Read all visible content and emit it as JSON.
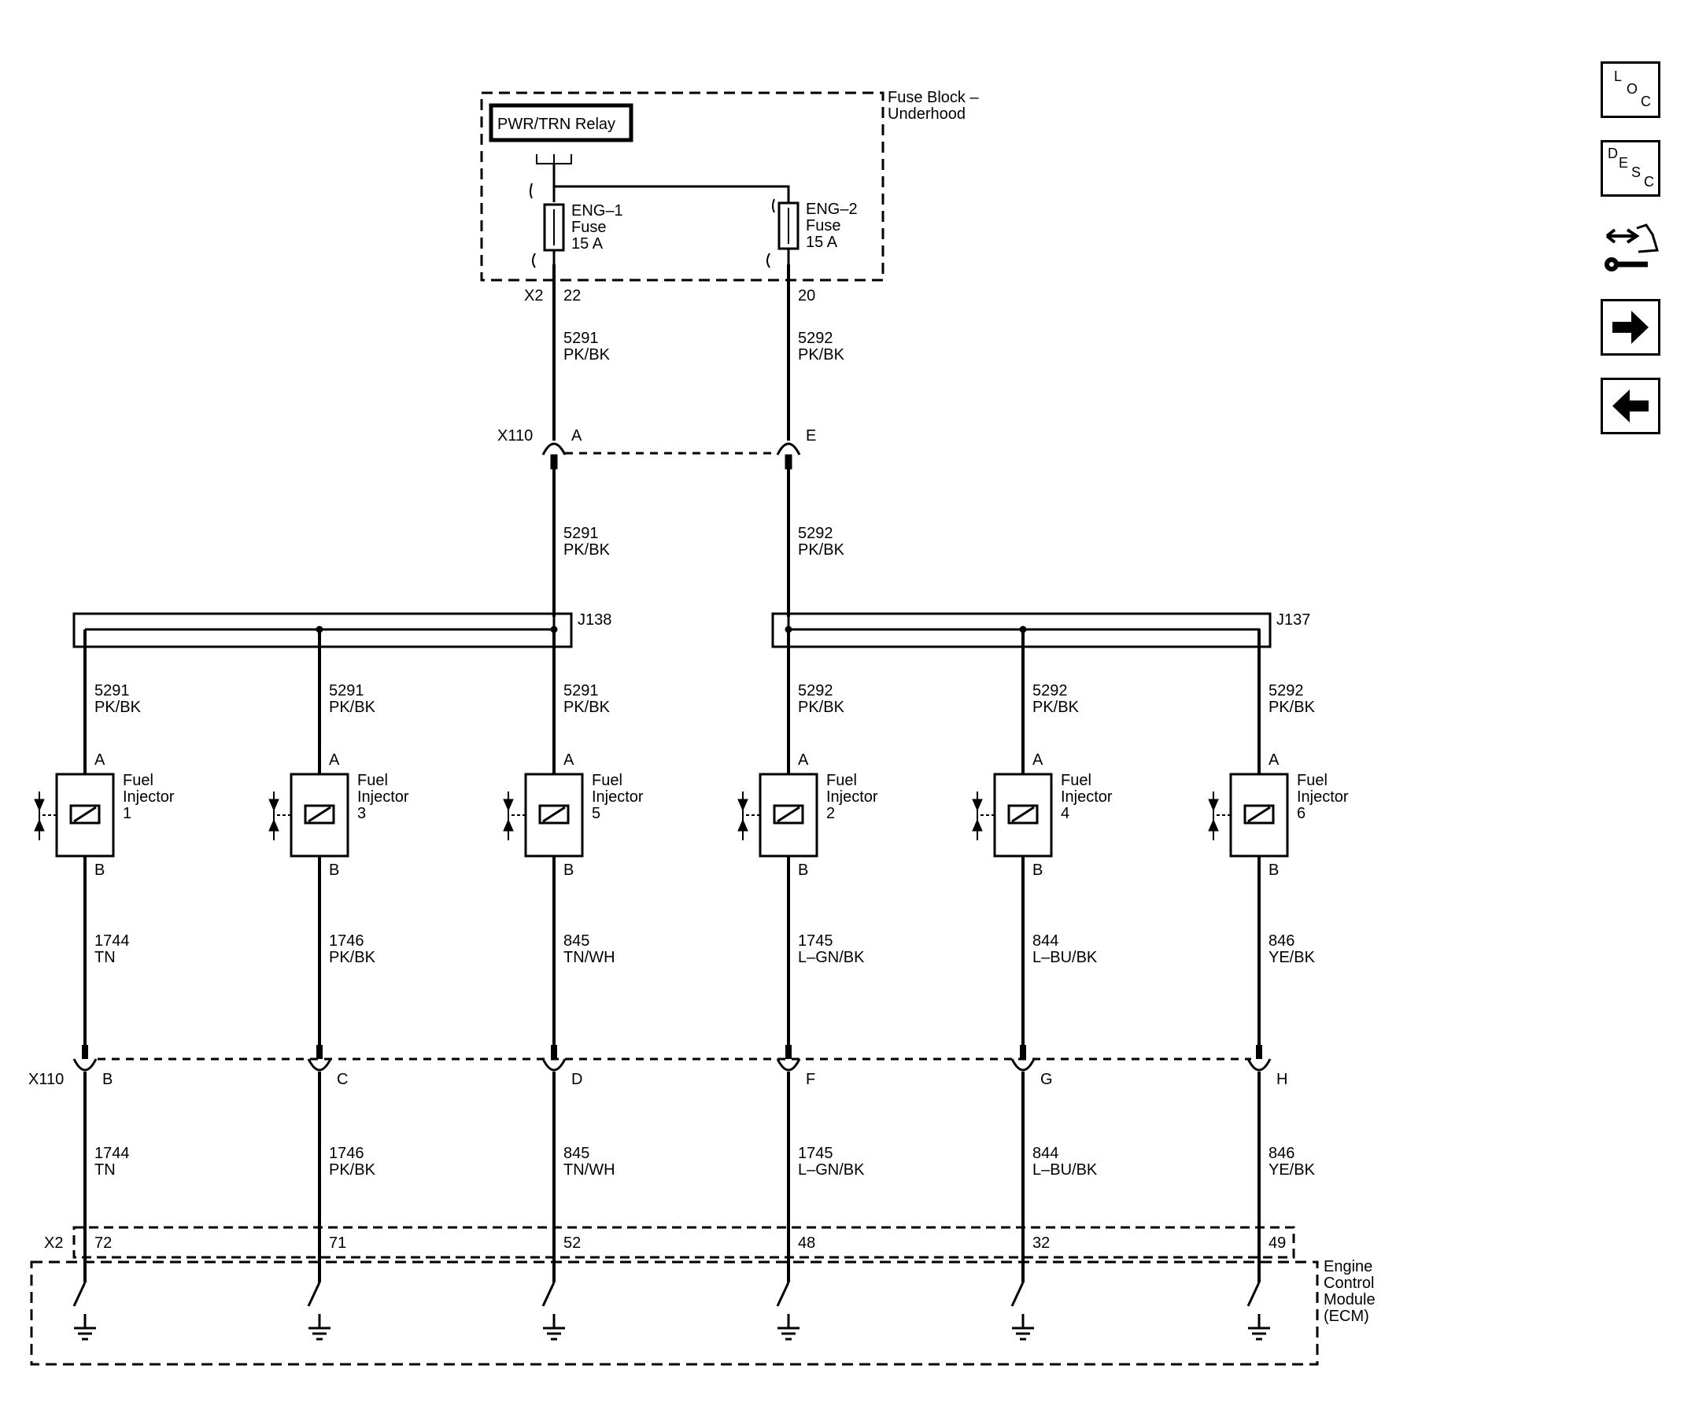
{
  "fuse_block": {
    "label": "Fuse Block –\nUnderhood",
    "relay": "PWR/TRN Relay",
    "fuses": [
      {
        "name": "ENG–1",
        "type": "Fuse",
        "rating": "15 A",
        "connector": "X2",
        "pin": "22"
      },
      {
        "name": "ENG–2",
        "type": "Fuse",
        "rating": "15 A",
        "connector": "",
        "pin": "20"
      }
    ]
  },
  "feed_wires": [
    {
      "circuit": "5291",
      "color": "PK/BK"
    },
    {
      "circuit": "5292",
      "color": "PK/BK"
    }
  ],
  "inline_connector_top": {
    "name": "X110",
    "pins": [
      "A",
      "E"
    ]
  },
  "splices": [
    {
      "name": "J138",
      "circuit": "5291",
      "color": "PK/BK"
    },
    {
      "name": "J137",
      "circuit": "5292",
      "color": "PK/BK"
    }
  ],
  "injectors": [
    {
      "label": "Fuel\nInjector\n1",
      "pin_a": "A",
      "pin_b": "B",
      "supply_circuit": "5291",
      "supply_color": "PK/BK",
      "control_circuit": "1744",
      "control_color": "TN",
      "x110_pin": "B",
      "ecm_pin": "72"
    },
    {
      "label": "Fuel\nInjector\n3",
      "pin_a": "A",
      "pin_b": "B",
      "supply_circuit": "5291",
      "supply_color": "PK/BK",
      "control_circuit": "1746",
      "control_color": "PK/BK",
      "x110_pin": "C",
      "ecm_pin": "71"
    },
    {
      "label": "Fuel\nInjector\n5",
      "pin_a": "A",
      "pin_b": "B",
      "supply_circuit": "5291",
      "supply_color": "PK/BK",
      "control_circuit": "845",
      "control_color": "TN/WH",
      "x110_pin": "D",
      "ecm_pin": "52"
    },
    {
      "label": "Fuel\nInjector\n2",
      "pin_a": "A",
      "pin_b": "B",
      "supply_circuit": "5292",
      "supply_color": "PK/BK",
      "control_circuit": "1745",
      "control_color": "L–GN/BK",
      "x110_pin": "F",
      "ecm_pin": "48"
    },
    {
      "label": "Fuel\nInjector\n4",
      "pin_a": "A",
      "pin_b": "B",
      "supply_circuit": "5292",
      "supply_color": "PK/BK",
      "control_circuit": "844",
      "control_color": "L–BU/BK",
      "x110_pin": "G",
      "ecm_pin": "32"
    },
    {
      "label": "Fuel\nInjector\n6",
      "pin_a": "A",
      "pin_b": "B",
      "supply_circuit": "5292",
      "supply_color": "PK/BK",
      "control_circuit": "846",
      "control_color": "YE/BK",
      "x110_pin": "H",
      "ecm_pin": "49"
    }
  ],
  "inline_connector_bottom": {
    "name": "X110"
  },
  "ecm": {
    "label": "Engine\nControl\nModule\n(ECM)",
    "connector": "X2"
  },
  "nav": {
    "loc": {
      "l1": "L",
      "l2": "O",
      "l3": "C"
    },
    "desc": {
      "l1": "D",
      "l2": "E",
      "l3": "S",
      "l4": "C"
    }
  },
  "colors": {
    "line": "#000000",
    "background": "#ffffff"
  }
}
